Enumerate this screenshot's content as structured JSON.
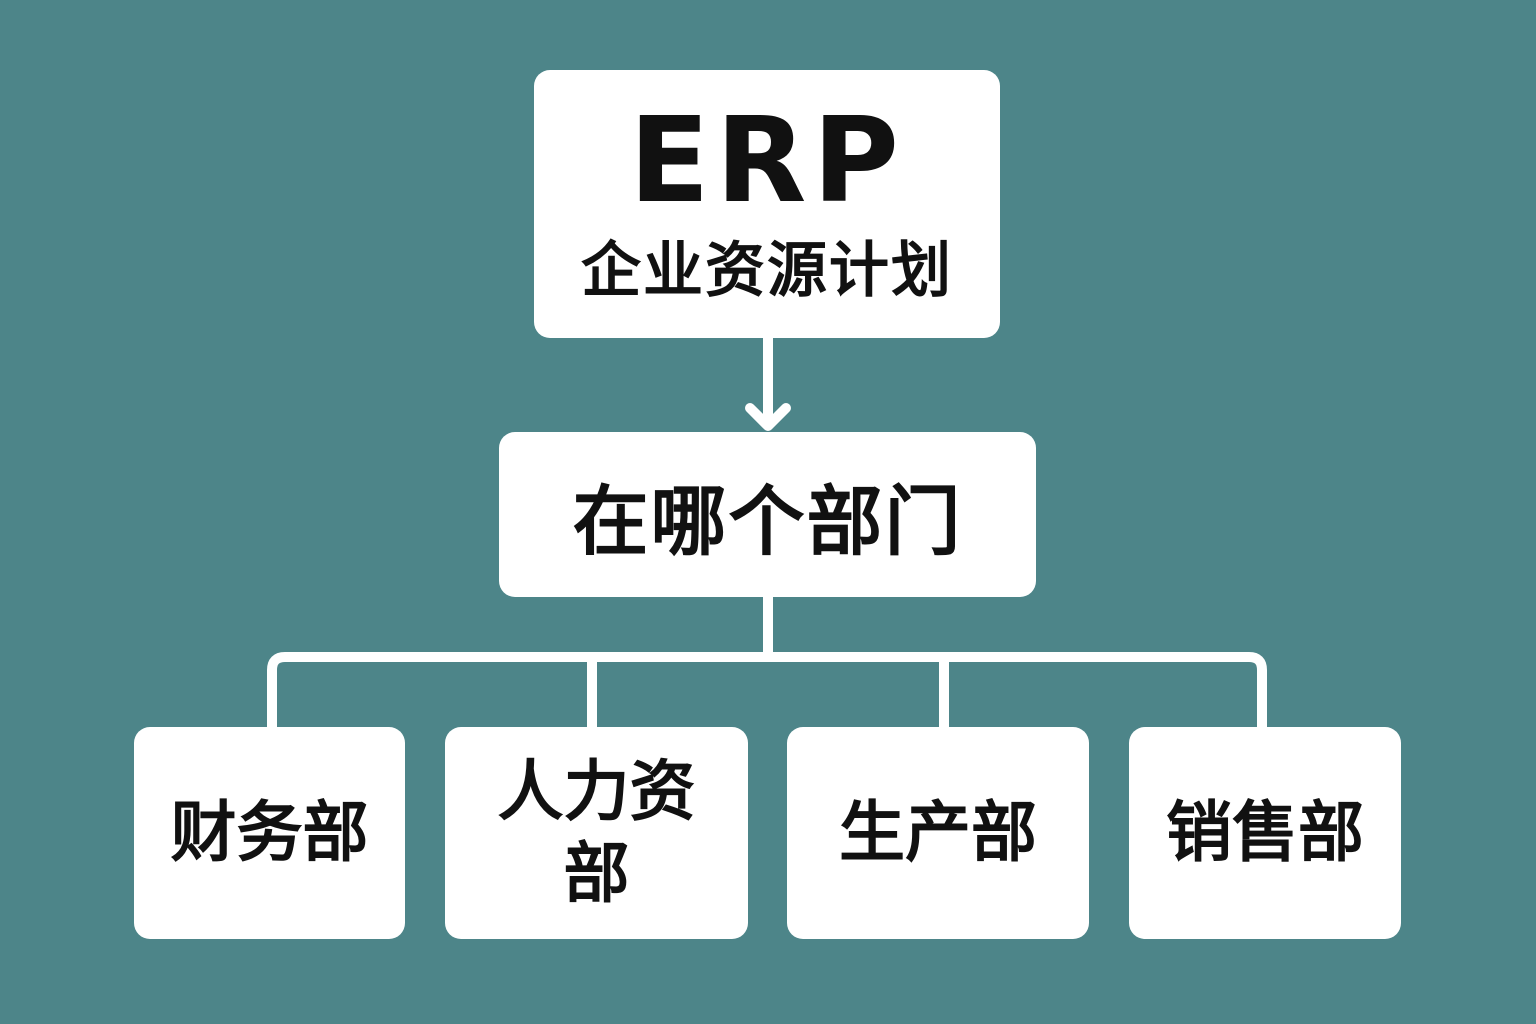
{
  "root": {
    "title": "ERP",
    "subtitle": "企业资源计划"
  },
  "question": {
    "label": "在哪个部门"
  },
  "departments": [
    {
      "label": "财务部"
    },
    {
      "label": "人力资部"
    },
    {
      "label": "生产部"
    },
    {
      "label": "销售部"
    }
  ],
  "colors": {
    "background": "#4d8589",
    "box": "#ffffff",
    "text": "#111111",
    "connector": "#ffffff"
  }
}
